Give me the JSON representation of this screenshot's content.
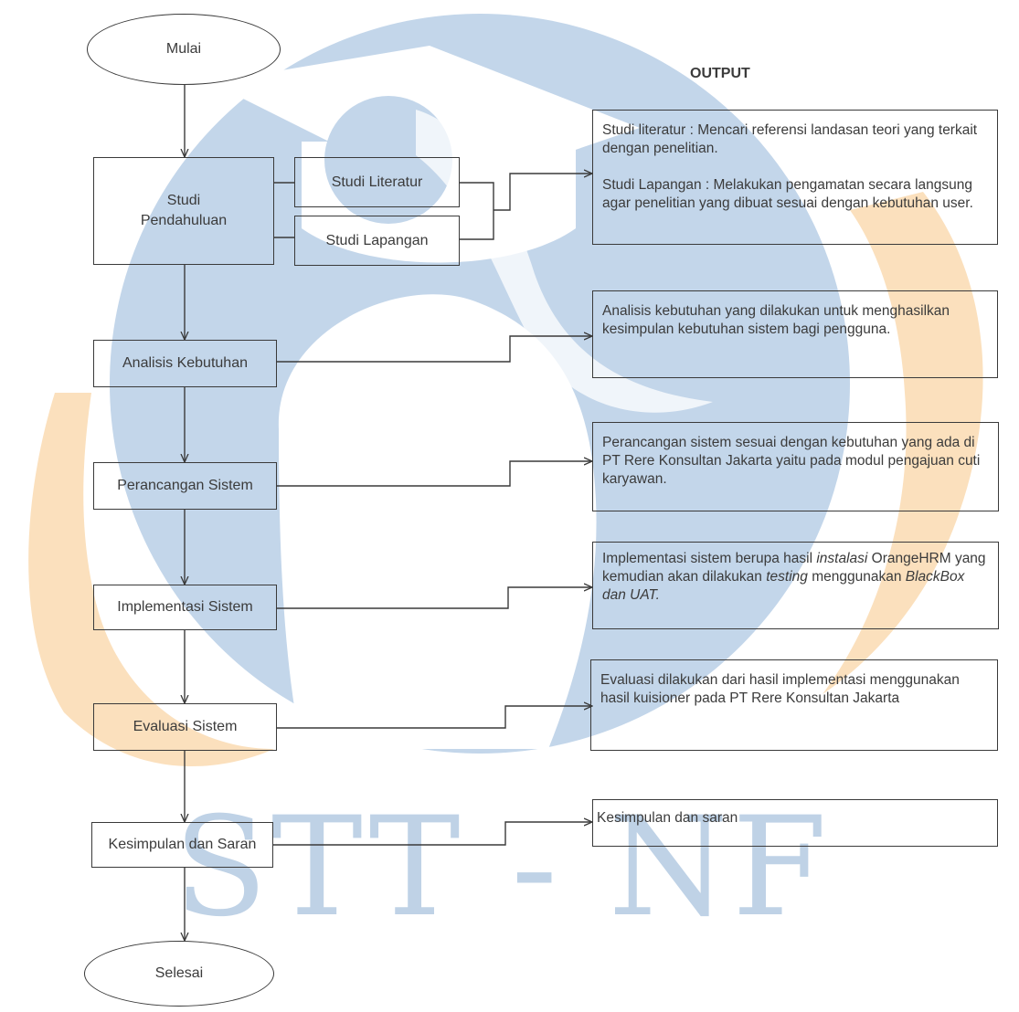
{
  "watermark": {
    "text": "STT - NF"
  },
  "output_heading": "OUTPUT",
  "flow": {
    "start": "Mulai",
    "studi_pendahuluan": [
      "Studi",
      "Pendahuluan"
    ],
    "studi_literatur": "Studi Literatur",
    "studi_lapangan": "Studi Lapangan",
    "analisis_kebutuhan": "Analisis Kebutuhan",
    "perancangan_sistem": "Perancangan Sistem",
    "implementasi_sistem": "Implementasi Sistem",
    "evaluasi_sistem": "Evaluasi Sistem",
    "kesimpulan_saran": "Kesimpulan dan Saran",
    "end": "Selesai"
  },
  "outputs": {
    "studi": {
      "literatur": "Studi literatur : Mencari  referensi landasan teori yang terkait dengan penelitian.",
      "lapangan": "Studi Lapangan : Melakukan pengamatan secara langsung agar penelitian yang dibuat sesuai dengan kebutuhan user."
    },
    "analisis": "Analisis kebutuhan yang dilakukan untuk menghasilkan kesimpulan kebutuhan sistem bagi pengguna.",
    "perancangan": "Perancangan sistem sesuai dengan kebutuhan yang ada di PT Rere Konsultan Jakarta yaitu pada modul pengajuan cuti karyawan.",
    "implementasi": {
      "part1": "Implementasi sistem berupa hasil ",
      "part2": "instalasi",
      "part3": " OrangeHRM yang kemudian akan dilakukan ",
      "part4": "testing",
      "part5": " menggunakan  ",
      "part6": "BlackBox dan UAT."
    },
    "evaluasi": "Evaluasi dilakukan dari hasil implementasi menggunakan hasil kuisioner pada PT Rere Konsultan Jakarta",
    "kesimpulan": "Kesimpulan dan saran"
  },
  "colors": {
    "watermark_blue": "#c3d6ea",
    "watermark_orange": "#fbe0bd",
    "line": "#3a3a3a"
  }
}
